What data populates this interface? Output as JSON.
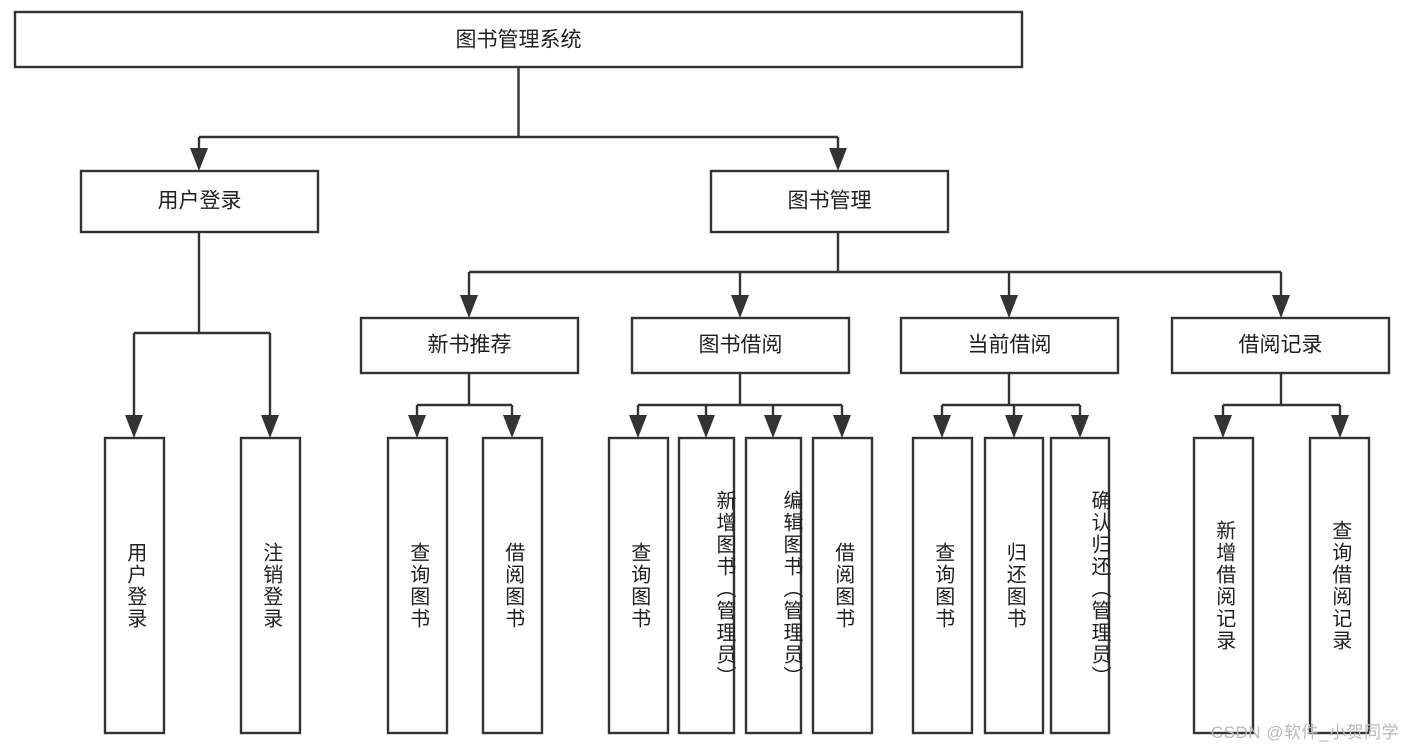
{
  "diagram": {
    "type": "tree",
    "title": "图书管理系统",
    "root": {
      "label": "图书管理系统"
    },
    "level1": [
      {
        "label": "用户登录"
      },
      {
        "label": "图书管理"
      }
    ],
    "level2": [
      {
        "label": "新书推荐"
      },
      {
        "label": "图书借阅"
      },
      {
        "label": "当前借阅"
      },
      {
        "label": "借阅记录"
      }
    ],
    "leaves": {
      "user_login": [
        {
          "label": "用户登录"
        },
        {
          "label": "注销登录"
        }
      ],
      "new_book_recommend": [
        {
          "label": "查询图书"
        },
        {
          "label": "借阅图书"
        }
      ],
      "book_borrow": [
        {
          "label": "查询图书"
        },
        {
          "label": "新增图书（管理员）"
        },
        {
          "label": "编辑图书（管理员）"
        },
        {
          "label": "借阅图书"
        }
      ],
      "current_borrow": [
        {
          "label": "查询图书"
        },
        {
          "label": "归还图书"
        },
        {
          "label": "确认归还（管理员）"
        }
      ],
      "borrow_record": [
        {
          "label": "新增借阅记录"
        },
        {
          "label": "查询借阅记录"
        }
      ]
    }
  },
  "watermark": {
    "text": "CSDN @软件_小贺同学"
  },
  "colors": {
    "stroke": "#333333",
    "fill": "#ffffff",
    "text": "#1f1f1f",
    "watermark": "#b8b8b8"
  }
}
